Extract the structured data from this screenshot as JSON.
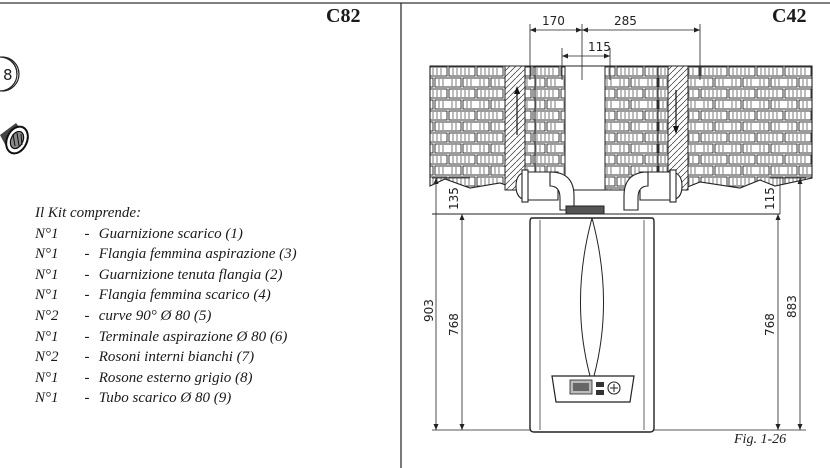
{
  "left_panel": {
    "code": "C82",
    "callout_number": "8",
    "kit_title": "Il Kit comprende:",
    "kit_items": [
      {
        "qty": "N°1",
        "desc": "Guarnizione scarico (1)"
      },
      {
        "qty": "N°1",
        "desc": "Flangia femmina aspirazione (3)"
      },
      {
        "qty": "N°1",
        "desc": "Guarnizione tenuta flangia (2)"
      },
      {
        "qty": "N°1",
        "desc": "Flangia femmina scarico (4)"
      },
      {
        "qty": "N°2",
        "desc": "curve 90° Ø 80 (5)"
      },
      {
        "qty": "N°1",
        "desc": "Terminale aspirazione Ø 80 (6)"
      },
      {
        "qty": "N°2",
        "desc": "Rosoni interni bianchi (7)"
      },
      {
        "qty": "N°1",
        "desc": "Rosone esterno grigio (8)"
      },
      {
        "qty": "N°1",
        "desc": "Tubo scarico Ø 80 (9)"
      }
    ],
    "separator": "-"
  },
  "right_panel": {
    "code": "C42",
    "dimensions": {
      "top_left": "170",
      "top_right": "285",
      "top_center": "115",
      "left_outer": "903",
      "left_inner": "768",
      "left_top": "135",
      "right_top": "115",
      "right_inner": "768",
      "right_outer": "883"
    },
    "figure_label": "Fig. 1-26"
  },
  "colors": {
    "line": "#222222",
    "border": "#333333"
  }
}
